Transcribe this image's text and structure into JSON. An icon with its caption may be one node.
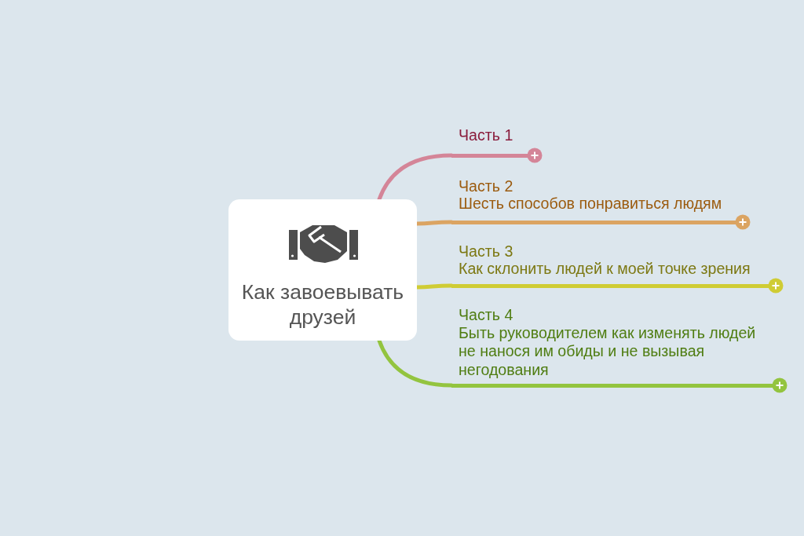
{
  "diagram": {
    "nodes": [
      {
        "text": [
          "Как завоевывать друзей"
        ]
      },
      {
        "text": [
          "Часть 1"
        ]
      },
      {
        "text": [
          "Часть 2",
          "Шесть способов понравиться людям"
        ]
      },
      {
        "text": [
          "Часть 3",
          "Как склонить людей к моей точке зрения"
        ]
      },
      {
        "text": [
          "Часть 4",
          "Быть руководителем как изменять людей не нанося им обиды и не вызывая негодования"
        ]
      }
    ],
    "edges": [
      {
        "from": 0,
        "to": 1,
        "arrow": "none",
        "color": "#d48598"
      },
      {
        "from": 0,
        "to": 2,
        "arrow": "none",
        "color": "#dba462"
      },
      {
        "from": 0,
        "to": 3,
        "arrow": "none",
        "color": "#cfcc34"
      },
      {
        "from": 0,
        "to": 4,
        "arrow": "none",
        "color": "#93c43f"
      }
    ]
  }
}
